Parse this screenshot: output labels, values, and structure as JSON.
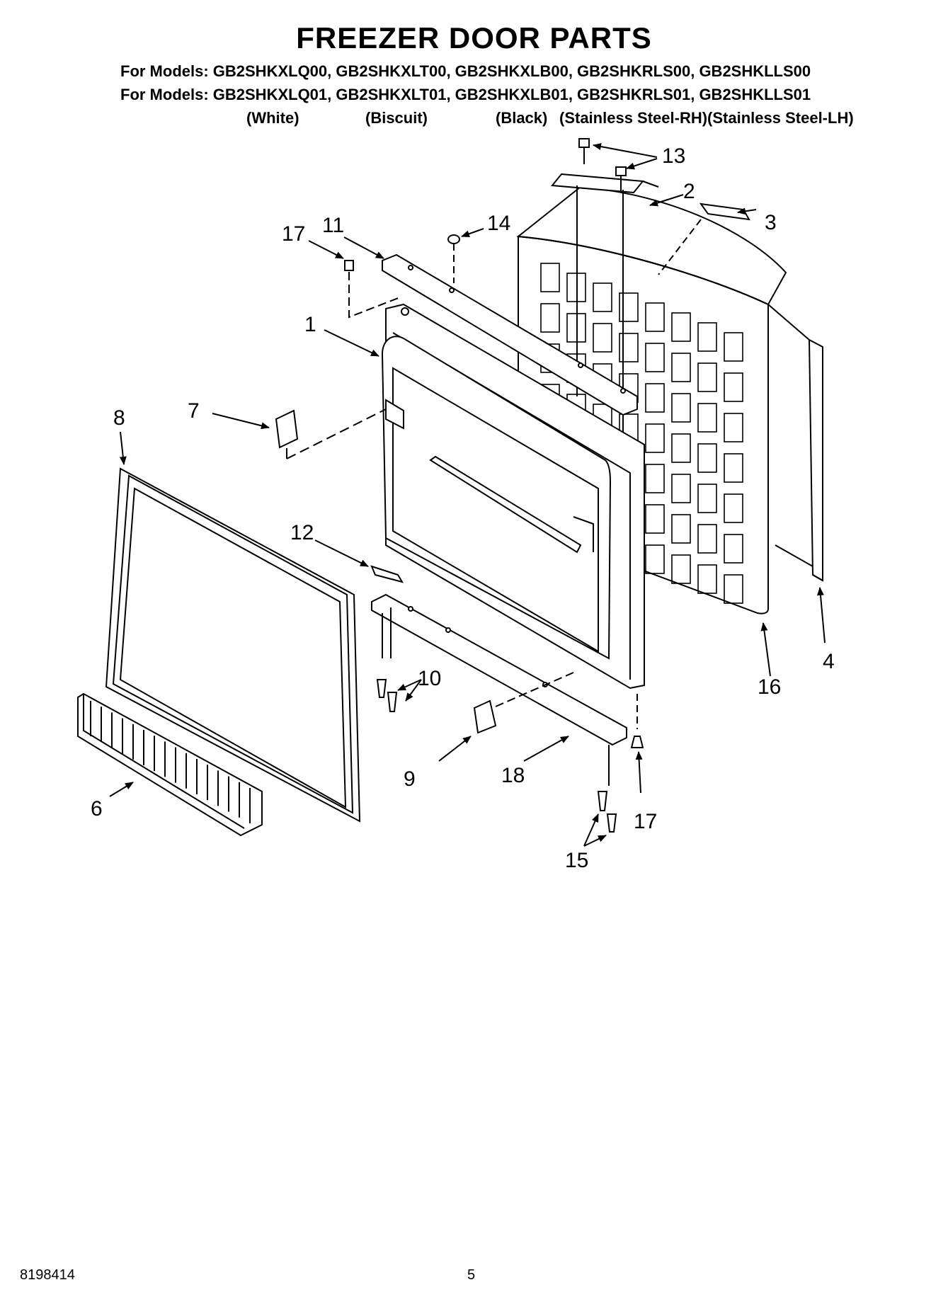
{
  "header": {
    "title": "FREEZER DOOR PARTS",
    "models_line1": "For Models: GB2SHKXLQ00, GB2SHKXLT00, GB2SHKXLB00, GB2SHKRLS00, GB2SHKLLS00",
    "models_line2": "For Models: GB2SHKXLQ01, GB2SHKXLT01, GB2SHKXLB01, GB2SHKRLS01, GB2SHKLLS01",
    "colors": [
      "(White)",
      "(Biscuit)",
      "(Black)",
      "(Stainless Steel-RH)(Stainless Steel-LH)"
    ]
  },
  "callouts": {
    "p1": "1",
    "p2": "2",
    "p3": "3",
    "p4": "4",
    "p6": "6",
    "p7": "7",
    "p8": "8",
    "p9": "9",
    "p10": "10",
    "p11": "11",
    "p12": "12",
    "p13": "13",
    "p14": "14",
    "p15": "15",
    "p16": "16",
    "p17a": "17",
    "p17b": "17",
    "p18": "18"
  },
  "footer": {
    "doc_number": "8198414",
    "page_number": "5"
  }
}
